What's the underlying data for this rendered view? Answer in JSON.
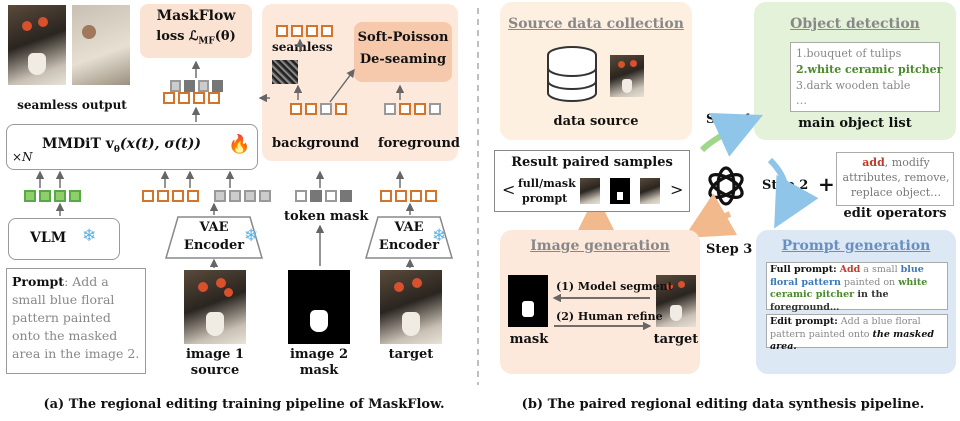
{
  "left": {
    "seamless_output": "seamless output",
    "loss_title": "MaskFlow",
    "loss_formula": "loss ℒ",
    "loss_sub": "MF",
    "loss_arg": "(θ)",
    "seamless": "seamless",
    "soft_poisson": "Soft-Poisson",
    "deseaming": "De-seaming",
    "background": "background",
    "foreground": "foreground",
    "times_n": "×N",
    "mmdit": "MMDiT v",
    "mmdit_sub": "θ",
    "mmdit_arg": "(x(t), σ(t))",
    "token_mask": "token mask",
    "vlm": "VLM",
    "vae1_a": "VAE",
    "vae1_b": "Encoder",
    "vae2_a": "VAE",
    "vae2_b": "Encoder",
    "prompt_label": "Prompt",
    "prompt_text": ": Add a small blue floral pattern painted onto the masked area in the image 2.",
    "img1_a": "image 1",
    "img1_b": "source",
    "img2_a": "image 2",
    "img2_b": "mask",
    "target": "target",
    "caption": "(a) The regional editing training pipeline of  MaskFlow."
  },
  "right": {
    "source_title": "Source data collection",
    "data_source": "data source",
    "object_title": "Object detection",
    "objects": [
      "1.bouquet of tulips",
      "2.white ceramic pitcher",
      "3.dark wooden table",
      "…"
    ],
    "main_object_list": "main object list",
    "step1": "Step 1",
    "step2": "Step 2",
    "step3": "Step 3",
    "plus": "+",
    "ops_add": "add",
    "ops_rest": ", modify attributes, remove, replace object…",
    "edit_operators": "edit operators",
    "result_title": "Result paired samples",
    "lt": "<",
    "gt": ">",
    "full_mask": "full/mask",
    "prompt": "prompt",
    "image_gen_title": "Image generation",
    "model_segment": "(1) Model segment",
    "human_refine": "(2) Human refine",
    "mask": "mask",
    "target": "target",
    "prompt_gen_title": "Prompt generation",
    "full_prompt_label": "Full prompt:",
    "fp_add": "Add",
    "fp_1": " a small ",
    "fp_blue": "blue floral pattern",
    "fp_2": " painted on ",
    "fp_green": "white ceramic pitcher",
    "fp_3": " in the foreground…",
    "edit_prompt_label": "Edit prompt:",
    "ep_text": " Add a blue floral pattern painted onto ",
    "ep_em": "the masked area.",
    "caption": "(b) The paired regional editing data synthesis pipeline."
  },
  "colors": {
    "token_orange": "#d3742c",
    "token_green": "#8fcf6a",
    "peach": "#fbe3d3",
    "green_panel": "#e3f2d9",
    "blue_panel": "#dde8f5",
    "source_panel": "#fdf0e0"
  }
}
